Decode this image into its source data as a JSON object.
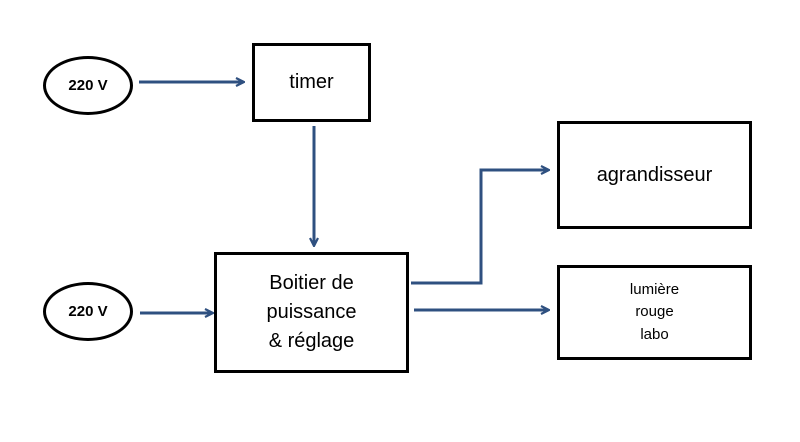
{
  "nodes": {
    "source_top": {
      "label": "220 V"
    },
    "source_bottom": {
      "label": "220 V"
    },
    "timer": {
      "label": "timer"
    },
    "power_box": {
      "lines": [
        "Boitier de",
        "puissance",
        "& réglage"
      ]
    },
    "enlarger": {
      "label": "agrandisseur"
    },
    "red_light": {
      "lines": [
        "lumière",
        "rouge",
        "labo"
      ]
    }
  },
  "edges": [
    {
      "from": "source_top",
      "to": "timer"
    },
    {
      "from": "timer",
      "to": "power_box"
    },
    {
      "from": "source_bottom",
      "to": "power_box"
    },
    {
      "from": "power_box",
      "to": "enlarger"
    },
    {
      "from": "power_box",
      "to": "red_light"
    }
  ],
  "colors": {
    "arrow": "#2f5080",
    "border": "#000000"
  }
}
